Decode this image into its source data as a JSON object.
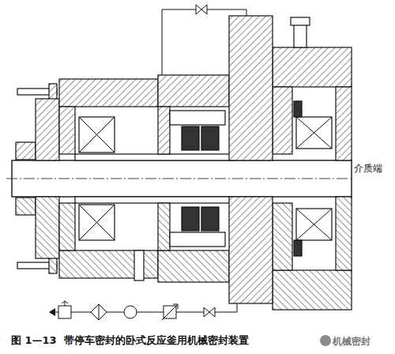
{
  "diagram": {
    "caption": "图 1—13  带停车密封的卧式反应釜用机械密封装置",
    "labels": [
      "介质端",
      "机械密封"
    ]
  }
}
